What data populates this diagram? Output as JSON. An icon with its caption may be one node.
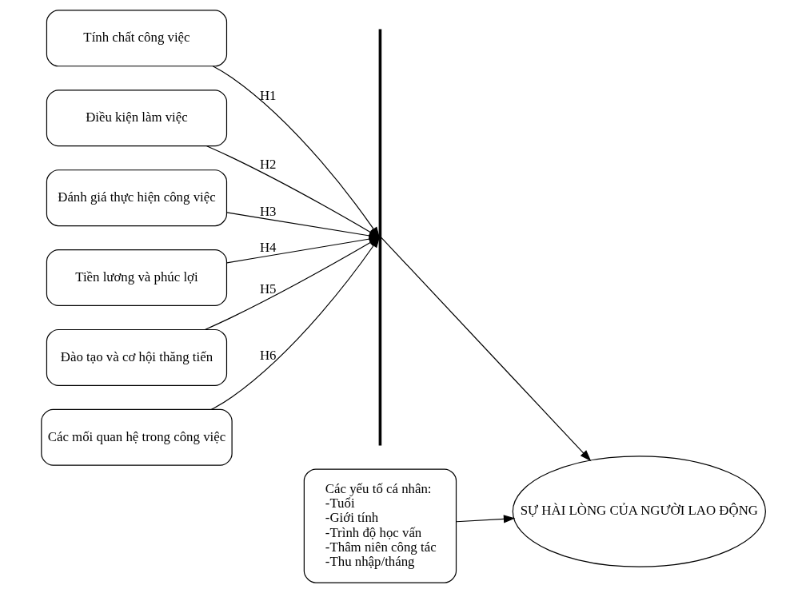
{
  "diagram": {
    "nodes": [
      {
        "text": [
          "Tính chất công việc"
        ]
      },
      {
        "text": [
          "Điều kiện làm việc"
        ]
      },
      {
        "text": [
          "Đánh giá thực hiện công việc"
        ]
      },
      {
        "text": [
          "Tiền lương và phúc lợi"
        ]
      },
      {
        "text": [
          "Đào tạo và cơ hội thăng tiến"
        ]
      },
      {
        "text": [
          "Các mối quan hệ trong công việc"
        ]
      },
      {
        "text": [],
        "shape": "bar"
      },
      {
        "text": [
          "SỰ HÀI LÒNG CỦA NGƯỜI LAO ĐỘNG"
        ]
      },
      {
        "text": [
          "Các yếu tố cá nhân:",
          "-Tuổi",
          "-Giới tính",
          "-Trình độ học vấn",
          "-Thâm niên công tác",
          "-Thu nhập/tháng"
        ]
      }
    ],
    "edges": [
      {
        "from": 0,
        "to": 6,
        "arrow": "to",
        "label": "H1"
      },
      {
        "from": 1,
        "to": 6,
        "arrow": "to",
        "label": "H2"
      },
      {
        "from": 2,
        "to": 6,
        "arrow": "to",
        "label": "H3"
      },
      {
        "from": 3,
        "to": 6,
        "arrow": "to",
        "label": "H4"
      },
      {
        "from": 4,
        "to": 6,
        "arrow": "to",
        "label": "H5"
      },
      {
        "from": 5,
        "to": 6,
        "arrow": "to",
        "label": "H6"
      },
      {
        "from": 6,
        "to": 7,
        "arrow": "to"
      },
      {
        "from": 8,
        "to": 7,
        "arrow": "to"
      }
    ]
  }
}
